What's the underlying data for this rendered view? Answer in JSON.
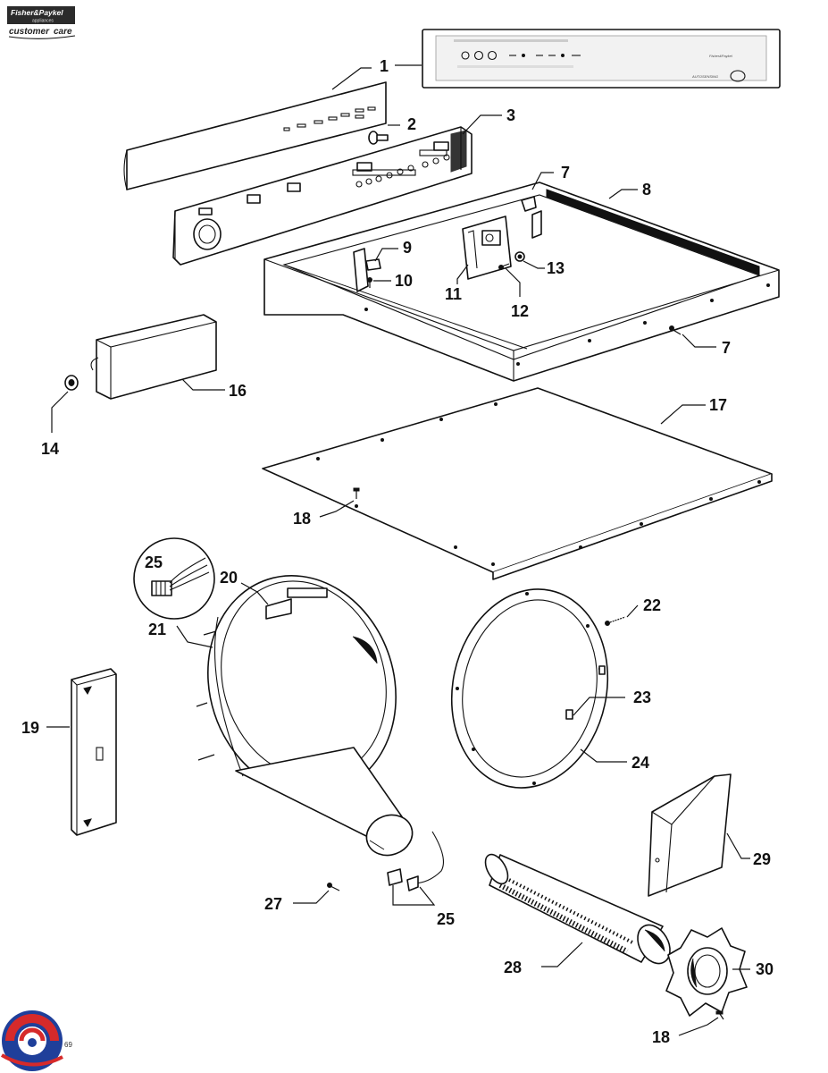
{
  "header": {
    "brand_line1": "Fisher&Paykel",
    "brand_line2": "appliances",
    "care_prefix": "customer",
    "care_suffix": "care"
  },
  "panel_inset": {
    "brand": "Fisher&Paykel",
    "script": "AUTOSENSING"
  },
  "callouts": [
    "1",
    "2",
    "3",
    "7",
    "8",
    "9",
    "10",
    "11",
    "12",
    "13",
    "7",
    "14",
    "16",
    "17",
    "18",
    "25",
    "20",
    "21",
    "22",
    "19",
    "23",
    "24",
    "29",
    "27",
    "25",
    "28",
    "30",
    "18"
  ],
  "footer": {
    "page_code": "69"
  },
  "colors": {
    "ink": "#111111",
    "logo_red": "#d62a2a",
    "logo_blue": "#1f3f9a",
    "badge_bg": "#2b2b2b"
  }
}
